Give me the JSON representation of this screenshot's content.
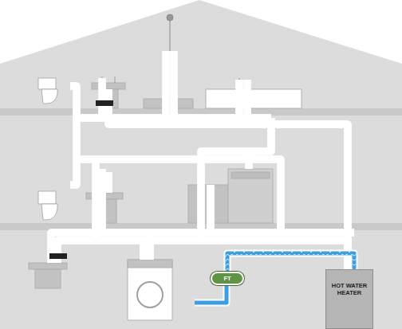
{
  "diagram": {
    "nodes": [
      {
        "text": [
          "FT"
        ]
      },
      {
        "text": [
          "HOT WATER HEATER"
        ]
      }
    ],
    "edges": [
      {
        "from": 0,
        "to": 1,
        "arrow": "none"
      }
    ]
  }
}
